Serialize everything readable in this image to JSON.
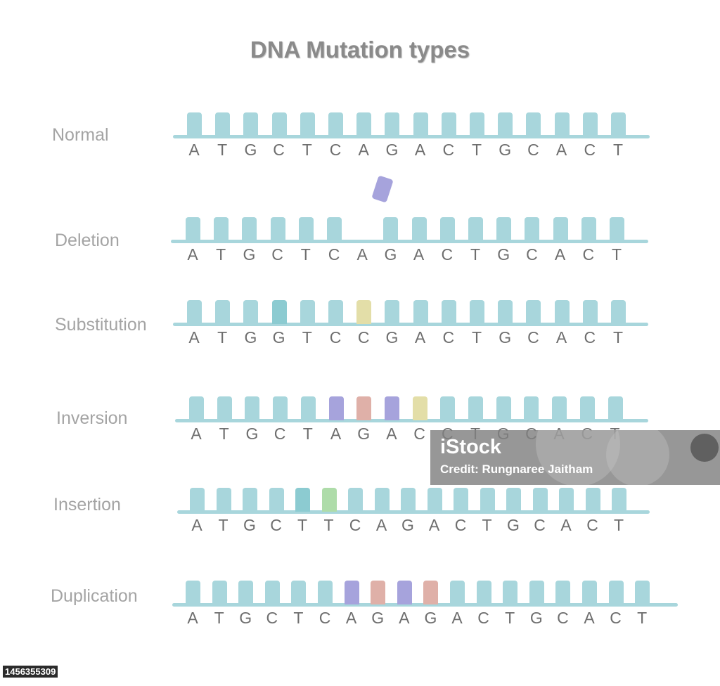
{
  "title": "DNA Mutation types",
  "colors": {
    "base_default": "#a8d6dc",
    "base_teal": "#8ccbd1",
    "base_yellow": "#e3dea8",
    "base_purple": "#a6a3dc",
    "base_red": "#dfb0a8",
    "base_green": "#aedca9",
    "letter": "#6e6e6e",
    "label": "#a4a4a4",
    "title": "#8a8a8a"
  },
  "rows": [
    {
      "label": "Normal",
      "sequence": [
        "A",
        "T",
        "G",
        "C",
        "T",
        "C",
        "A",
        "G",
        "A",
        "C",
        "T",
        "G",
        "C",
        "A",
        "C",
        "T"
      ],
      "gap_after": null,
      "highlights": {}
    },
    {
      "label": "Deletion",
      "sequence": [
        "A",
        "T",
        "G",
        "C",
        "T",
        "C",
        "A",
        "G",
        "A",
        "C",
        "T",
        "G",
        "C",
        "A",
        "C",
        "T"
      ],
      "gap_after": 5,
      "deleted_base_color": "purple",
      "highlights": {}
    },
    {
      "label": "Substitution",
      "sequence": [
        "A",
        "T",
        "G",
        "G",
        "T",
        "C",
        "C",
        "G",
        "A",
        "C",
        "T",
        "G",
        "C",
        "A",
        "C",
        "T"
      ],
      "gap_after": null,
      "highlights": {
        "3": "teal",
        "6": "yellow"
      }
    },
    {
      "label": "Inversion",
      "sequence": [
        "A",
        "T",
        "G",
        "C",
        "T",
        "A",
        "G",
        "A",
        "C",
        "C",
        "T",
        "G",
        "C",
        "A",
        "C",
        "T"
      ],
      "gap_after": null,
      "highlights": {
        "5": "purple",
        "6": "red",
        "7": "purple",
        "8": "yellow"
      }
    },
    {
      "label": "Insertion",
      "sequence": [
        "A",
        "T",
        "G",
        "C",
        "T",
        "T",
        "C",
        "A",
        "G",
        "A",
        "C",
        "T",
        "G",
        "C",
        "A",
        "C",
        "T"
      ],
      "gap_after": null,
      "highlights": {
        "4": "teal",
        "5": "green"
      }
    },
    {
      "label": "Duplication",
      "sequence": [
        "A",
        "T",
        "G",
        "C",
        "T",
        "C",
        "A",
        "G",
        "A",
        "G",
        "A",
        "C",
        "T",
        "G",
        "C",
        "A",
        "C",
        "T"
      ],
      "gap_after": null,
      "highlights": {
        "6": "purple",
        "7": "red",
        "8": "purple",
        "9": "red"
      }
    }
  ],
  "watermark": {
    "logo": "iStock",
    "credit": "Credit: Rungnaree Jaitham"
  },
  "stock_id": "1456355309"
}
